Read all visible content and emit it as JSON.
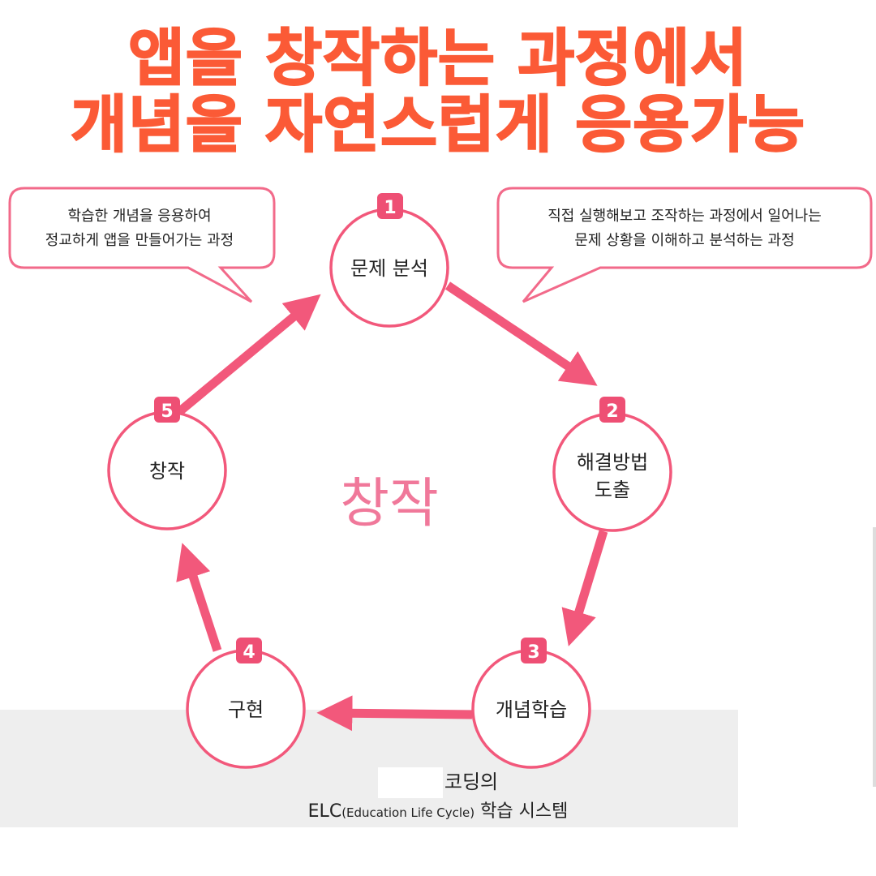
{
  "title": {
    "line1": "앱을 창작하는 과정에서",
    "line2": "개념을 자연스럽게 응용가능"
  },
  "center_label": "창작",
  "nodes": [
    {
      "number": "1",
      "label_lines": [
        "문제 분석"
      ]
    },
    {
      "number": "2",
      "label_lines": [
        "해결방법",
        "도출"
      ]
    },
    {
      "number": "3",
      "label_lines": [
        "개념학습"
      ]
    },
    {
      "number": "4",
      "label_lines": [
        "구현"
      ]
    },
    {
      "number": "5",
      "label_lines": [
        "창작"
      ]
    }
  ],
  "bubbles": {
    "left": [
      "학습한 개념을 응용하여",
      "정교하게 앱을 만들어가는 과정"
    ],
    "right": [
      "직접 실행해보고 조작하는 과정에서 일어나는",
      "문제 상황을 이해하고 분석하는 과정"
    ]
  },
  "footer": {
    "line1": "코딩의",
    "line2_main": "ELC",
    "line2_paren": "(Education Life Cycle)",
    "line2_rest": "학습 시스템"
  },
  "colors": {
    "title": "#fb5a36",
    "accent": "#f2587b",
    "badge": "#ee4f74",
    "center_text": "#f0789a",
    "bubble_border": "#f26a8a"
  }
}
